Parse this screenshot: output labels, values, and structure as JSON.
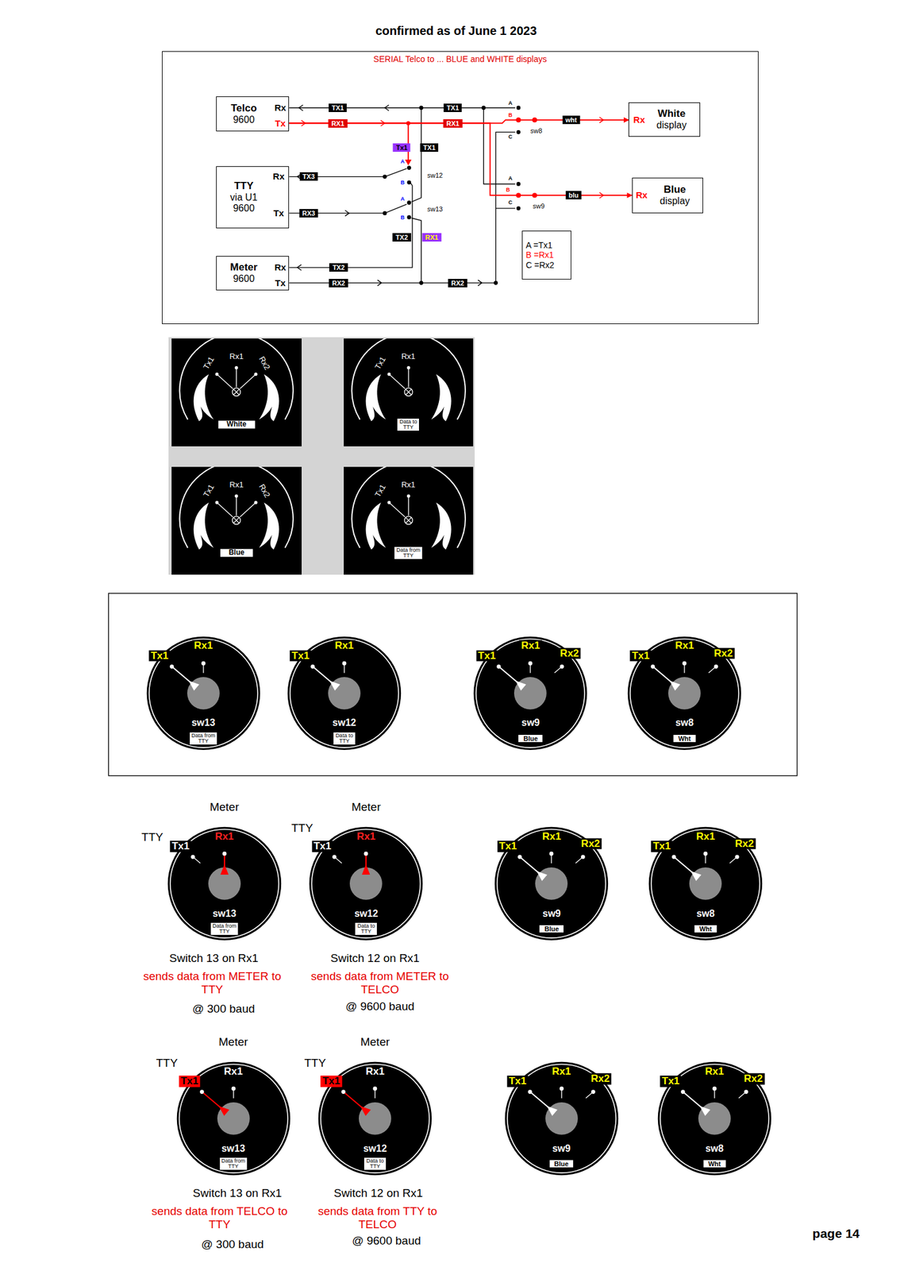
{
  "diagram": {
    "title": "confirmed as of June 1 2023",
    "nodes": [
      {
        "text": [
          "SERIAL Telco to ... BLUE and WHITE displays"
        ]
      },
      {
        "text": [
          "Telco",
          "9600"
        ],
        "in": 0
      },
      {
        "text": [
          "TTY",
          "via U1",
          "9600"
        ],
        "in": 0
      },
      {
        "text": [
          "Meter",
          "9600"
        ],
        "in": 0
      },
      {
        "text": [
          "White",
          "display"
        ],
        "in": 0
      },
      {
        "text": [
          "Blue",
          "display"
        ],
        "in": 0
      },
      {
        "text": [
          "A =Tx1",
          "B =Rx1",
          "C =Rx2"
        ],
        "in": 0
      },
      {
        "text": [
          "Tx1",
          "Rx1",
          "Rx2",
          "White"
        ]
      },
      {
        "text": [
          "Tx1",
          "Rx1",
          "Data to TTY"
        ]
      },
      {
        "text": [
          "Tx1",
          "Rx1",
          "Rx2",
          "Blue"
        ]
      },
      {
        "text": [
          "Tx1",
          "Rx1",
          "Data from TTY"
        ]
      },
      {
        "text": [
          "Tx1",
          "Rx1",
          "sw13",
          "Data from TTY"
        ]
      },
      {
        "text": [
          "Tx1",
          "Rx1",
          "sw12",
          "Data to TTY"
        ]
      },
      {
        "text": [
          "Tx1",
          "Rx1",
          "Rx2",
          "sw9",
          "Blue"
        ]
      },
      {
        "text": [
          "Tx1",
          "Rx1",
          "Rx2",
          "sw8",
          "Wht"
        ]
      },
      {
        "text": [
          "Tx1",
          "Rx1",
          "sw13",
          "Data from TTY"
        ]
      },
      {
        "text": [
          "Tx1",
          "Rx1",
          "sw12",
          "Data to TTY"
        ]
      },
      {
        "text": [
          "Tx1",
          "Rx1",
          "Rx2",
          "sw9",
          "Blue"
        ]
      },
      {
        "text": [
          "Tx1",
          "Rx1",
          "Rx2",
          "sw8",
          "Wht"
        ]
      },
      {
        "text": [
          "Tx1",
          "Rx1",
          "sw13",
          "Data from TTY"
        ]
      },
      {
        "text": [
          "Tx1",
          "Rx1",
          "sw12",
          "Data to TTY"
        ]
      },
      {
        "text": [
          "Tx1",
          "Rx1",
          "Rx2",
          "sw9",
          "Blue"
        ]
      },
      {
        "text": [
          "Tx1",
          "Rx1",
          "Rx2",
          "sw8",
          "Wht"
        ]
      }
    ],
    "edges": [
      {
        "from": 1,
        "to": 4,
        "arrow": "to",
        "label": "wht"
      },
      {
        "from": 1,
        "to": 5,
        "arrow": "to",
        "label": "blu"
      }
    ],
    "labels": [
      "Rx",
      "Tx",
      "Rx",
      "Tx",
      "Rx",
      "Tx",
      "TX1",
      "RX1",
      "TX1",
      "RX1",
      "A",
      "B",
      "C",
      "sw8",
      "Rx",
      "Tx1",
      "TX1",
      "A",
      "B",
      "C",
      "sw9",
      "Rx",
      "TX3",
      "A",
      "B",
      "sw12",
      "RX3",
      "A",
      "B",
      "sw13",
      "TX2",
      "RX1",
      "TX2",
      "RX2",
      "RX2",
      "Meter",
      "Meter",
      "TTY",
      "TTY",
      "Switch 13 on Rx1",
      "sends data from METER to TTY",
      "@ 300 baud",
      "Switch 12 on Rx1",
      "sends data from METER to TELCO",
      "@ 9600 baud",
      "Meter",
      "Meter",
      "TTY",
      "TTY",
      "Switch 13 on Rx1",
      "sends data from TELCO to TTY",
      "@ 300 baud",
      "Switch 12 on Rx1",
      "sends data from TTY to TELCO",
      "@ 9600 baud",
      "page 14"
    ]
  }
}
